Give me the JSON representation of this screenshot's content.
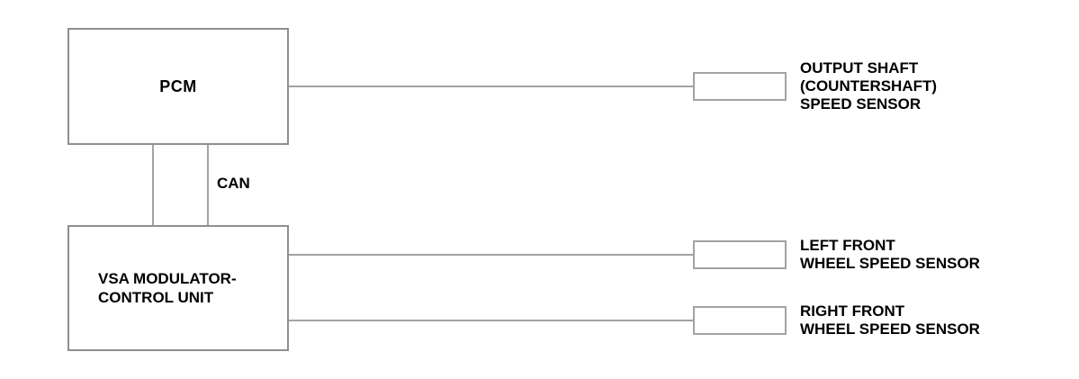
{
  "diagram": {
    "boxes": {
      "pcm": {
        "label": "PCM"
      },
      "vsa": {
        "lines": [
          "VSA MODULATOR-",
          "CONTROL UNIT"
        ]
      }
    },
    "bus": {
      "label": "CAN"
    },
    "sensors": [
      {
        "lines": [
          "OUTPUT SHAFT",
          "(COUNTERSHAFT)",
          "SPEED SENSOR"
        ]
      },
      {
        "lines": [
          "LEFT FRONT",
          "WHEEL SPEED SENSOR",
          ""
        ]
      },
      {
        "lines": [
          "RIGHT FRONT",
          "WHEEL SPEED SENSOR",
          ""
        ]
      }
    ],
    "colors": {
      "wire": "#a3a3a3",
      "box_border": "#8f8f8f",
      "text": "#000000",
      "background": "#ffffff"
    }
  }
}
